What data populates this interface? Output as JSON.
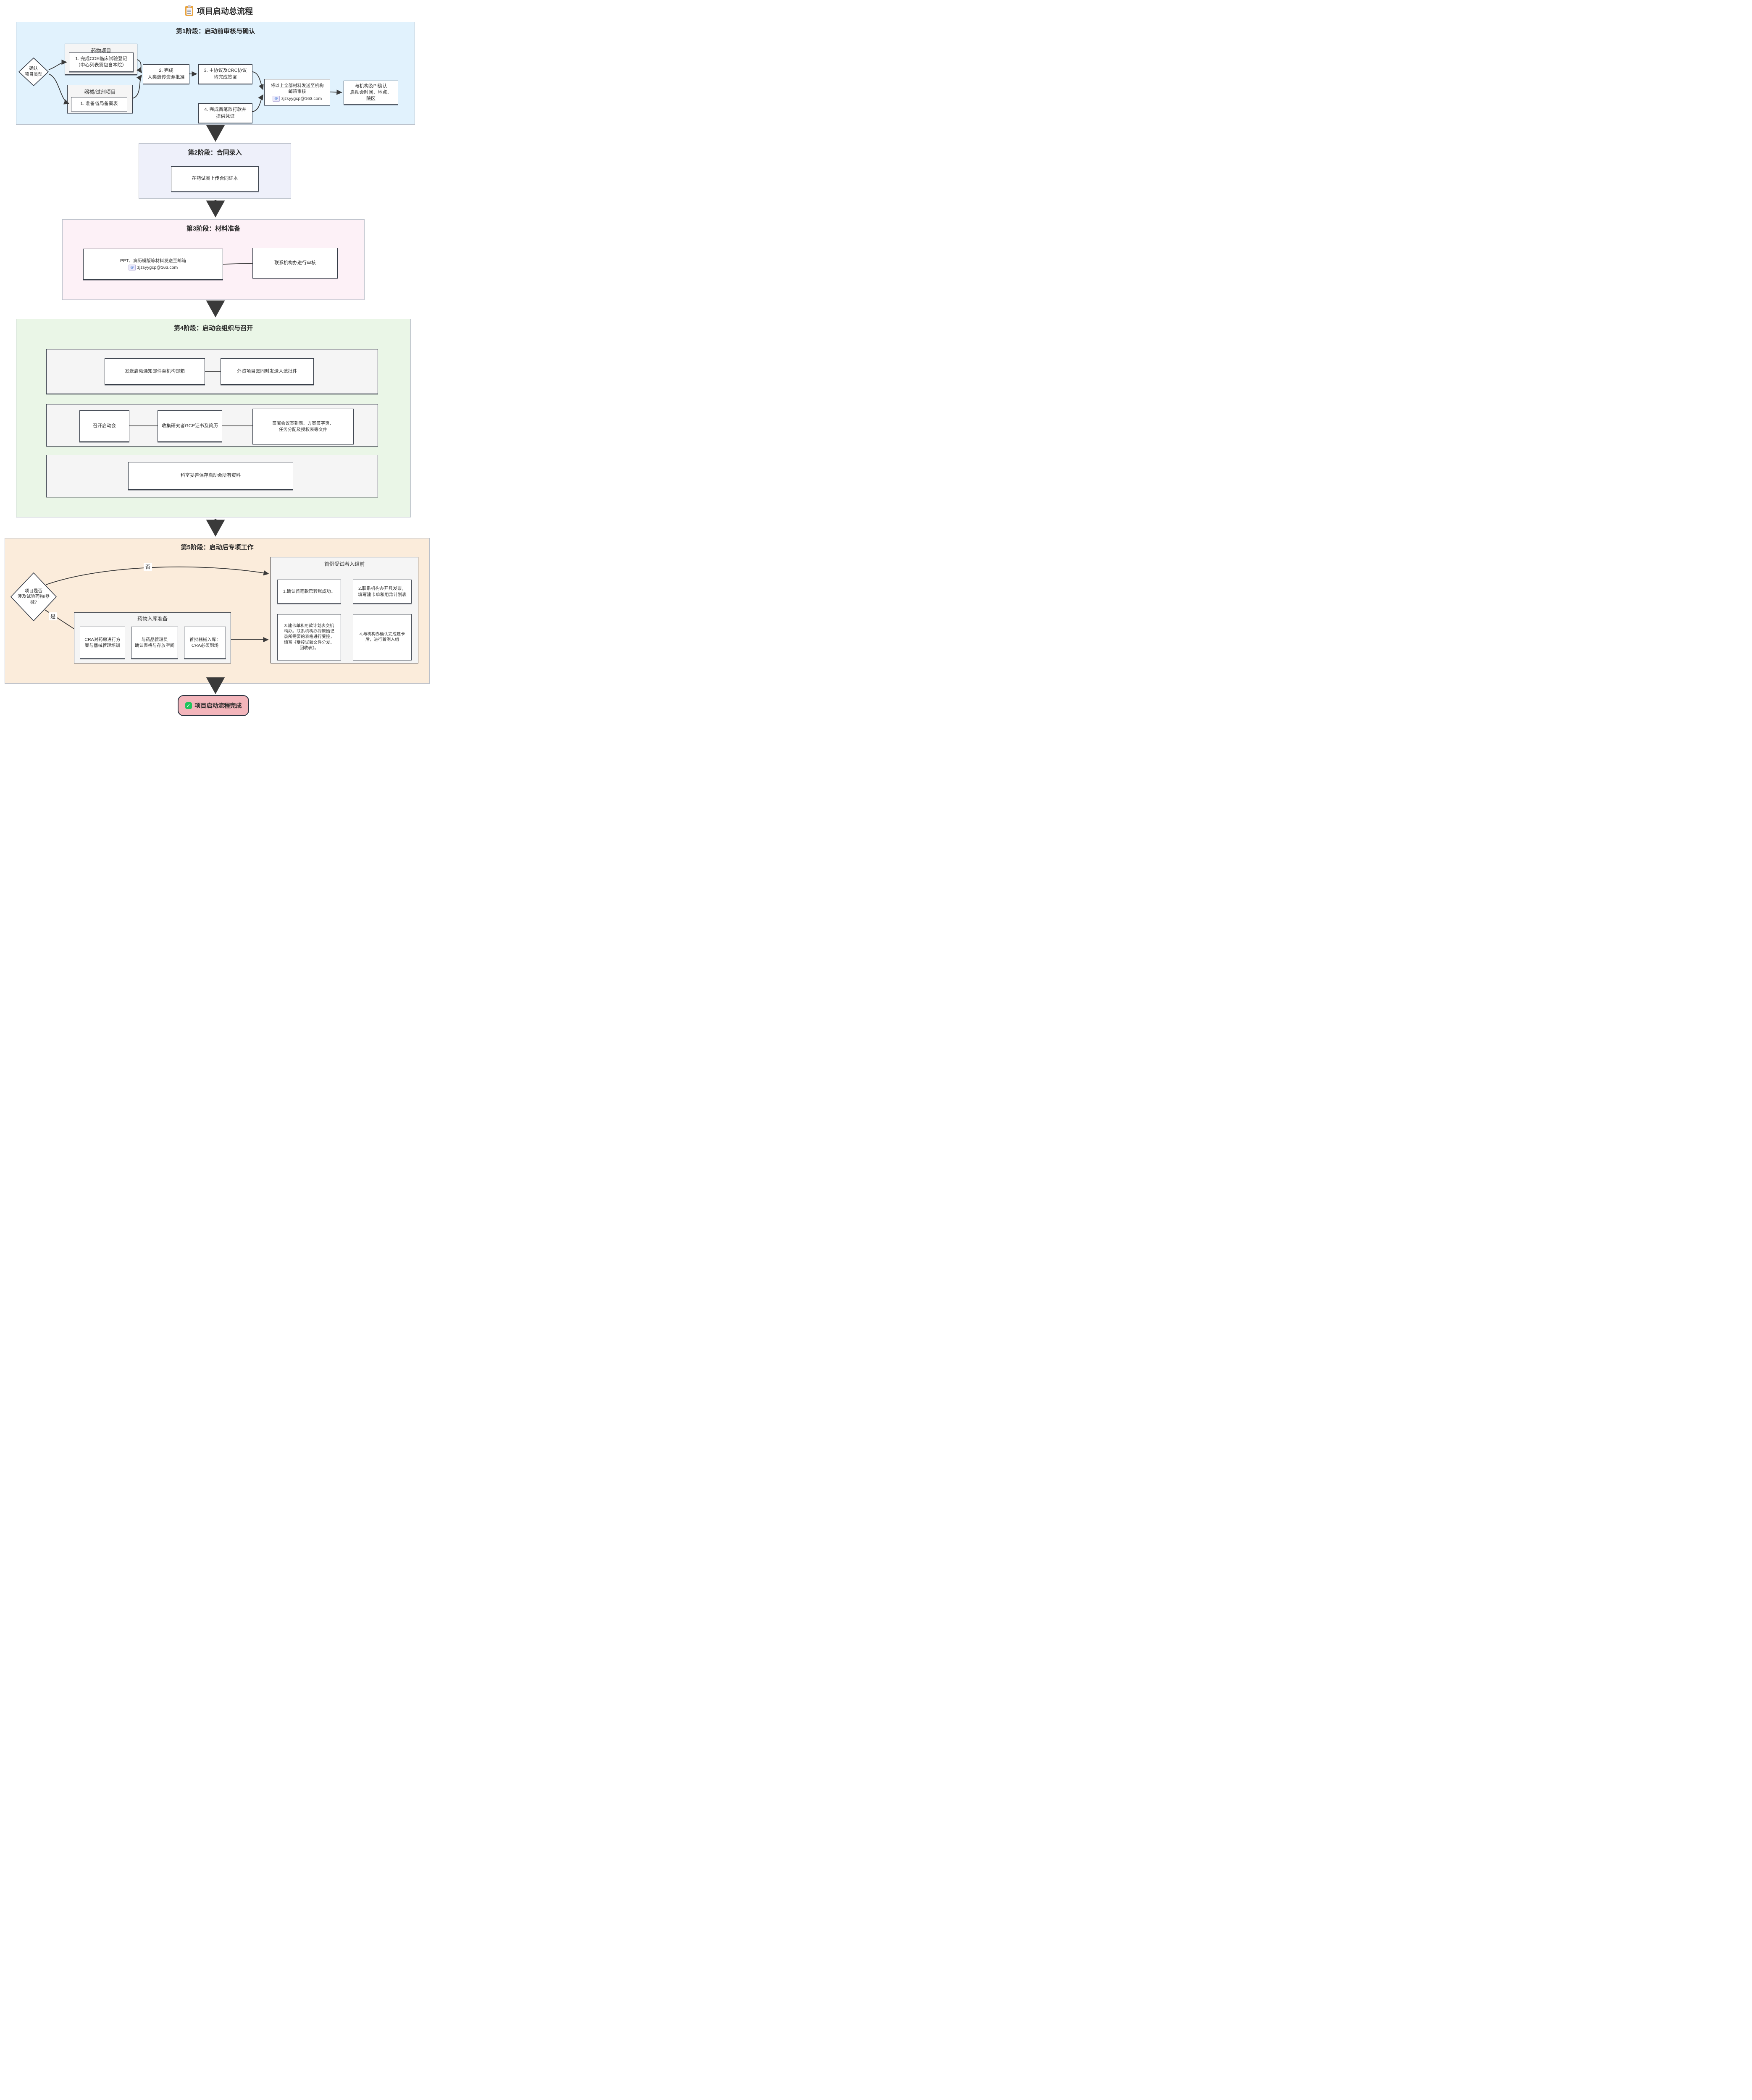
{
  "title": {
    "text": "项目启动总流程"
  },
  "colors": {
    "stage1_bg": "#e1f2fd",
    "stage2_bg": "#eef0fa",
    "stage3_bg": "#fdf1f7",
    "stage4_bg": "#eaf6e7",
    "stage5_bg": "#fbecdb",
    "final_bg": "#f3b5bb",
    "arrow": "#3a3a3a",
    "check_green": "#21c45d",
    "clipboard_orange": "#e8a33d"
  },
  "stage1": {
    "label": "第1阶段：启动前审核与确认",
    "decision": "确认\n项目类型",
    "drug_group": {
      "title": "药物项目",
      "item": "1. 完成CDE临床试验登记\n（中心列表需包含本院）"
    },
    "device_group": {
      "title": "器械/试剂项目",
      "item": "1. 准备省局备案表"
    },
    "step2": "2. 完成\n人类遗传资源批准",
    "step3": "3. 主协议及CRC协议\n均完成签署",
    "step4": "4. 完成首笔款打款并\n提供凭证",
    "send_box": {
      "text": "将以上全部材料发送至机构\n邮箱审核",
      "email": "zjzsyygcp@163.com"
    },
    "confirm_box": "与机构及PI确认\n启动会时间、地点、\n院区"
  },
  "stage2": {
    "label": "第2阶段：合同录入",
    "upload_box": "在药试圈上传合同证本"
  },
  "stage3": {
    "label": "第3阶段：材料准备",
    "send_box": {
      "text": "PPT、病历模版等材料发送至邮箱",
      "email": "zjzsyygcp@163.com"
    },
    "review_box": "联系机构办进行审核"
  },
  "stage4": {
    "label": "第4阶段：启动会组织与召开",
    "row1": [
      "发送启动通知邮件至机构邮箱",
      "外资项目需同时发送人遗批件"
    ],
    "row2": [
      "召开启动会",
      "收集研究者GCP证书及简历",
      "签署会议签到表、方案签字页、\n任务分配及授权表等文件"
    ],
    "row3": [
      "科室妥善保存启动会所有资料"
    ]
  },
  "stage5": {
    "label": "第5阶段：启动后专项工作",
    "decision": "项目是否\n涉及试验药物/器\n械?",
    "no_label": "否",
    "yes_label": "是",
    "pre_enroll": {
      "title": "首例受试者入组前",
      "items": [
        "1.确认首笔款已转账成功。",
        "2.联系机构办开具发票，\n填写建卡单和用款计划表",
        "3.建卡单和用款计划表交机\n构办。联系机构办对原始记\n录所需要的表格进行受控，\n填写《受控试验文件分发、\n回收表》。",
        "4.与机构办确认完成建卡\n后，进行首例入组"
      ]
    },
    "drug_prep": {
      "title": "药物入库准备",
      "items": [
        "CRA对药房进行方\n案与器械管理培训",
        "与药品管理员\n确认表格与存放空间",
        "首批器械入库：\nCRA必须到场"
      ]
    }
  },
  "final": {
    "text": "项目启动流程完成"
  }
}
